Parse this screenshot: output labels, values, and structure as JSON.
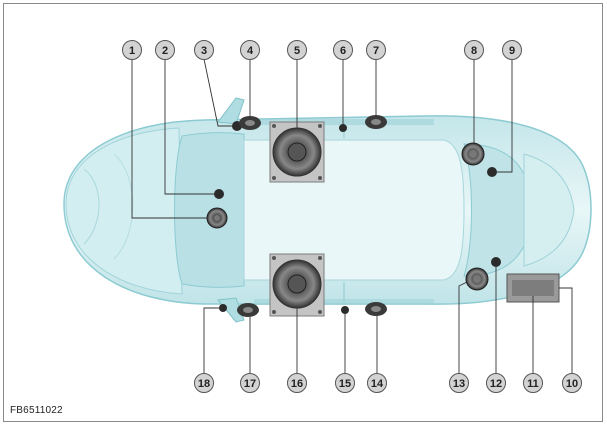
{
  "figure_code": "FB6511022",
  "colors": {
    "body_light": "#ddf1f3",
    "body_mid": "#b5dfe4",
    "body_dark": "#7fc0c8",
    "speaker_dark": "#2e2e2e",
    "speaker_frame": "#bdbdbd",
    "callout_fill": "#d3d3d3",
    "callout_stroke": "#555555"
  },
  "callouts": [
    {
      "label": "1"
    },
    {
      "label": "2"
    },
    {
      "label": "3"
    },
    {
      "label": "4"
    },
    {
      "label": "5"
    },
    {
      "label": "6"
    },
    {
      "label": "7"
    },
    {
      "label": "8"
    },
    {
      "label": "9"
    },
    {
      "label": "10"
    },
    {
      "label": "11"
    },
    {
      "label": "12"
    },
    {
      "label": "13"
    },
    {
      "label": "14"
    },
    {
      "label": "15"
    },
    {
      "label": "16"
    },
    {
      "label": "17"
    },
    {
      "label": "18"
    }
  ]
}
